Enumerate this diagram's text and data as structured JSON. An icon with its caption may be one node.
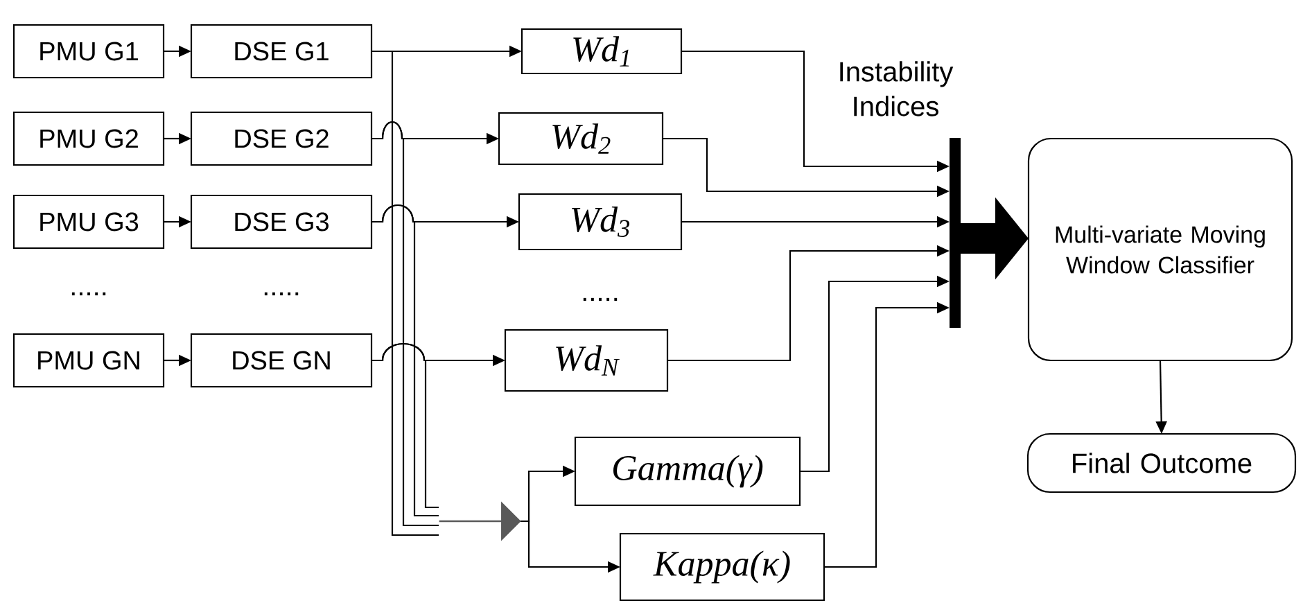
{
  "diagram": {
    "nodes": [
      {
        "text": [
          "PMU G1"
        ]
      },
      {
        "text": [
          "DSE G1"
        ]
      },
      {
        "text": [
          "Wd$_{1}$"
        ]
      },
      {
        "text": [
          "PMU G2"
        ]
      },
      {
        "text": [
          "DSE G2"
        ]
      },
      {
        "text": [
          "Wd$_{2}$"
        ]
      },
      {
        "text": [
          "PMU G3"
        ]
      },
      {
        "text": [
          "DSE G3"
        ]
      },
      {
        "text": [
          "Wd$_{3}$"
        ]
      },
      {
        "text": [
          "PMU GN"
        ]
      },
      {
        "text": [
          "DSE GN"
        ]
      },
      {
        "text": [
          "Wd$_{N}$"
        ]
      },
      {
        "text": [],
        "shape": "arrow"
      },
      {
        "text": [
          "Gamma(γ)"
        ]
      },
      {
        "text": [
          "Kappa(κ)"
        ]
      },
      {
        "text": [],
        "shape": "bar"
      },
      {
        "text": [
          "Multi-variate Moving Window Classifier"
        ]
      },
      {
        "text": [
          "Final Outcome"
        ]
      }
    ],
    "edges": [
      {
        "from": 0,
        "to": 1,
        "arrow": "to"
      },
      {
        "from": 3,
        "to": 4,
        "arrow": "to"
      },
      {
        "from": 6,
        "to": 7,
        "arrow": "to"
      },
      {
        "from": 9,
        "to": 10,
        "arrow": "to"
      },
      {
        "from": 1,
        "to": 2,
        "arrow": "to"
      },
      {
        "from": 4,
        "to": 5,
        "arrow": "to"
      },
      {
        "from": 7,
        "to": 8,
        "arrow": "to"
      },
      {
        "from": 10,
        "to": 11,
        "arrow": "to"
      },
      {
        "from": 1,
        "to": 12,
        "arrow": "none"
      },
      {
        "from": 4,
        "to": 12,
        "arrow": "none"
      },
      {
        "from": 7,
        "to": 12,
        "arrow": "none"
      },
      {
        "from": 10,
        "to": 12,
        "arrow": "none"
      },
      {
        "from": 12,
        "to": 13,
        "arrow": "to"
      },
      {
        "from": 12,
        "to": 14,
        "arrow": "to"
      },
      {
        "from": 2,
        "to": 15,
        "arrow": "to"
      },
      {
        "from": 5,
        "to": 15,
        "arrow": "to"
      },
      {
        "from": 8,
        "to": 15,
        "arrow": "to"
      },
      {
        "from": 11,
        "to": 15,
        "arrow": "to"
      },
      {
        "from": 13,
        "to": 15,
        "arrow": "to"
      },
      {
        "from": 14,
        "to": 15,
        "arrow": "to"
      },
      {
        "from": 15,
        "to": 16,
        "arrow": "to",
        "style": "thick"
      },
      {
        "from": 16,
        "to": 17,
        "arrow": "to"
      }
    ],
    "labels": [
      "Instability Indices",
      ".....",
      ".....",
      "....."
    ]
  }
}
